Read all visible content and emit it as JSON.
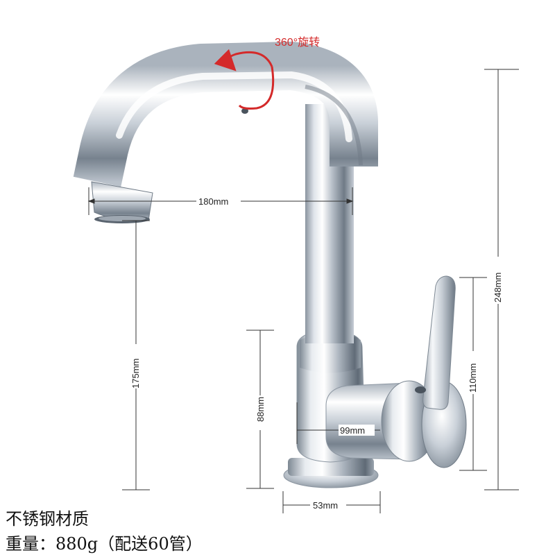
{
  "annotations": {
    "rotation": "360°旋转",
    "spout_reach": "180mm",
    "spout_height": "175mm",
    "total_height": "248mm",
    "handle_height": "110mm",
    "lever_height": "88mm",
    "lever_depth": "99mm",
    "base_diameter": "53mm"
  },
  "caption": {
    "material": "不锈钢材质",
    "weight": "重量：880g（配送60管）"
  },
  "colors": {
    "rotation_arrow": "#d42a2a",
    "dimension_line": "#333333",
    "chrome_highlight": "#f4f6f8",
    "chrome_shadow": "#6f7a86"
  }
}
